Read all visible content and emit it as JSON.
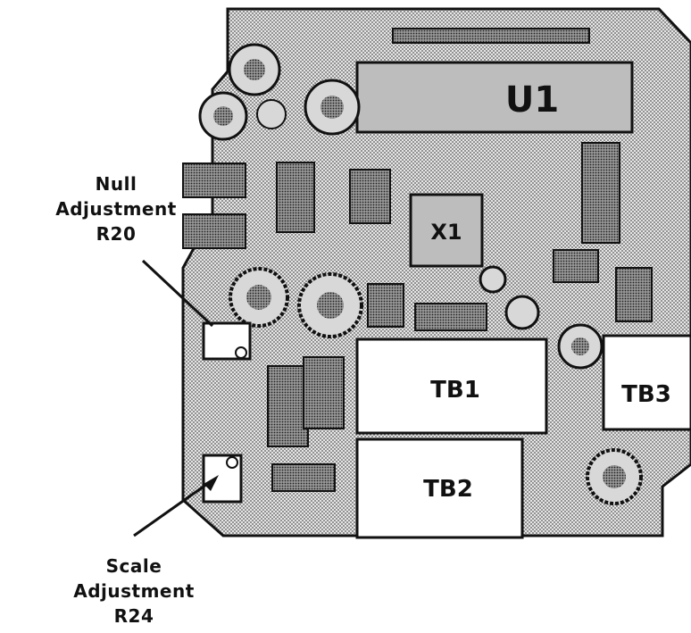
{
  "board": {
    "chip_label": "U1",
    "terminal_blocks": [
      {
        "id": "tb1",
        "label": "TB1"
      },
      {
        "id": "tb2",
        "label": "TB2"
      },
      {
        "id": "tb3",
        "label": "TB3"
      }
    ],
    "component_labels": {
      "crystal": "X1"
    }
  },
  "callouts": {
    "null": {
      "line1": "Null",
      "line2": "Adjustment",
      "line3": "R20"
    },
    "scale": {
      "line1": "Scale",
      "line2": "Adjustment",
      "line3": "R24"
    }
  },
  "colors": {
    "board_fill": "#b8b8b8",
    "ink": "#111111",
    "paper": "#ffffff"
  }
}
